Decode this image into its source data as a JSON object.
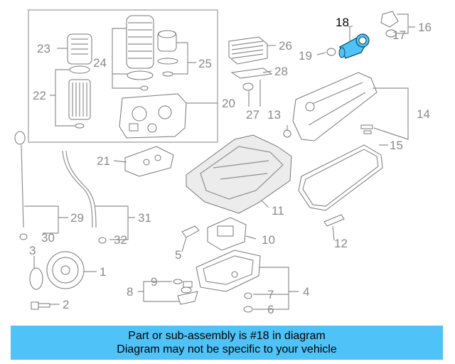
{
  "highlight_color": "#4fc3f7",
  "highlighted_part": "18",
  "labels": {
    "p1": "1",
    "p2": "2",
    "p3": "3",
    "p4": "4",
    "p5": "5",
    "p6": "6",
    "p7": "7",
    "p8": "8",
    "p9": "9",
    "p10": "10",
    "p11": "11",
    "p12": "12",
    "p13": "13",
    "p14": "14",
    "p15": "15",
    "p16": "16",
    "p17": "17",
    "p18": "18",
    "p19": "19",
    "p20": "20",
    "p21": "21",
    "p22": "22",
    "p23": "23",
    "p24": "24",
    "p25": "25",
    "p26": "26",
    "p27": "27",
    "p28": "28",
    "p29": "29",
    "p30": "30",
    "p31": "31",
    "p32": "32"
  },
  "banner": {
    "line1": "Part or sub-assembly is #18 in diagram",
    "line2": "Diagram may not be specific to your vehicle"
  }
}
